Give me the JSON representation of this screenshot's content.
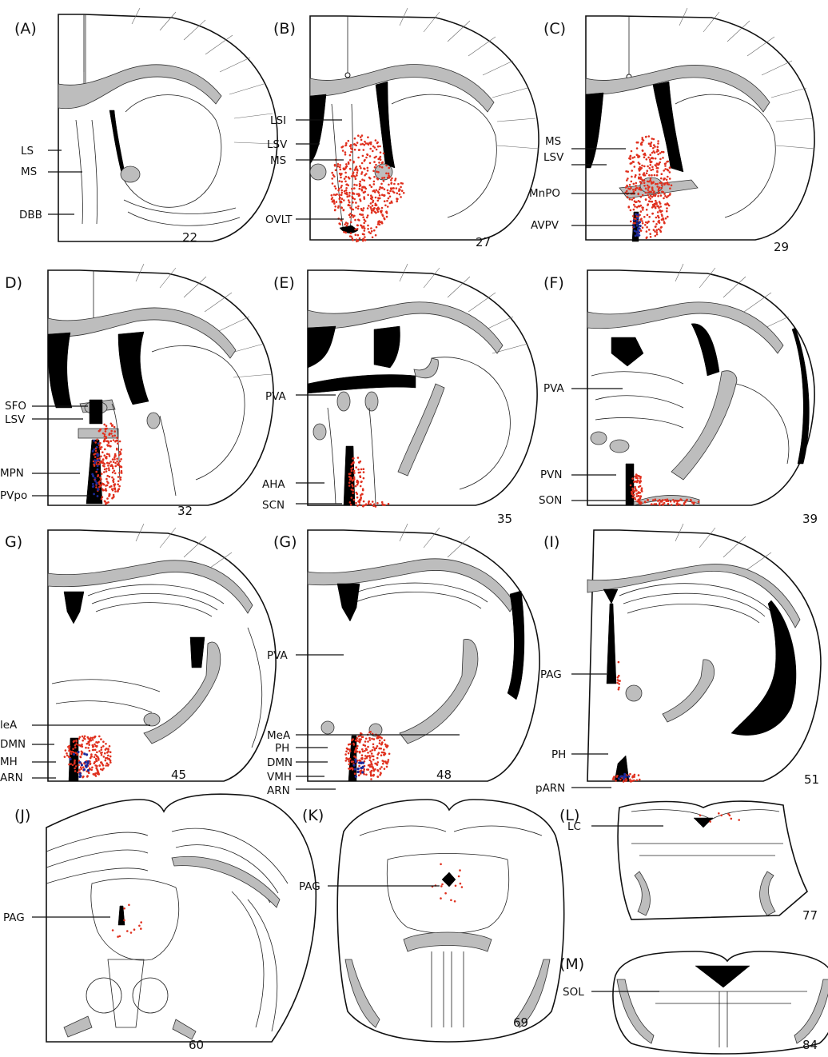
{
  "colors": {
    "c_fos_red": "#e0301e",
    "c_fos_blue": "#1c2a9a",
    "white_matter_gray": "#bdbdbd",
    "ventricle_black": "#000000"
  },
  "panels": [
    {
      "letter": "(A)",
      "section": "22",
      "labels": [
        "LS",
        "MS",
        "DBB"
      ]
    },
    {
      "letter": "(B)",
      "section": "27",
      "labels": [
        "LSI",
        "LSV",
        "MS",
        "OVLT"
      ]
    },
    {
      "letter": "(C)",
      "section": "29",
      "labels": [
        "MS",
        "LSV",
        "MnPO",
        "AVPV"
      ]
    },
    {
      "letter": "D)",
      "section": "32",
      "labels": [
        "SFO",
        "LSV",
        "MPN",
        "PVpo"
      ]
    },
    {
      "letter": "(E)",
      "section": "35",
      "labels": [
        "PVA",
        "AHA",
        "SCN"
      ]
    },
    {
      "letter": "(F)",
      "section": "39",
      "labels": [
        "PVA",
        "PVN",
        "SON"
      ]
    },
    {
      "letter": "G)",
      "section": "45",
      "labels": [
        "leA",
        "DMN",
        "MH",
        "ARN"
      ]
    },
    {
      "letter": "(G)",
      "section": "48",
      "labels": [
        "PVA",
        "MeA",
        "PH",
        "DMN",
        "VMH",
        "ARN"
      ]
    },
    {
      "letter": "(I)",
      "section": "51",
      "labels": [
        "PAG",
        "PH",
        "pARN"
      ]
    },
    {
      "letter": "(J)",
      "section": "60",
      "labels": [
        "PAG"
      ]
    },
    {
      "letter": "(K)",
      "section": "69",
      "labels": [
        "PAG"
      ]
    },
    {
      "letter": "(L)",
      "section": "77",
      "labels": [
        "LC"
      ]
    },
    {
      "letter": "(M)",
      "section": "84",
      "labels": [
        "SOL"
      ]
    }
  ]
}
